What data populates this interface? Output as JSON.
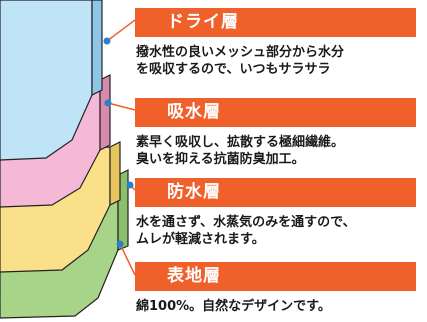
{
  "layers": [
    {
      "title": "ドライ層",
      "description": "撥水性の良いメッシュ部分から水分\nを吸収するので、いつもサラサラ"
    },
    {
      "title": "吸水層",
      "description": "素早く吸収し、拡散する極細繊維。\n臭いを抑える抗菌防臭加工。"
    },
    {
      "title": "防水層",
      "description": "水を通さず、水蒸気のみを通すので、\nムレが軽減されます。"
    },
    {
      "title": "表地層",
      "description": "綿100%。自然なデザインです。"
    }
  ],
  "colors": {
    "banner": "#f0602a",
    "leader": "#f0602a",
    "dot": "#2a7fd0",
    "dry_layer": "#bfe3f7",
    "absorb_layer": "#f5b8d6",
    "waterproof_layer": "#fbe08a",
    "surface_layer": "#a8d48a",
    "outline": "#222222"
  }
}
